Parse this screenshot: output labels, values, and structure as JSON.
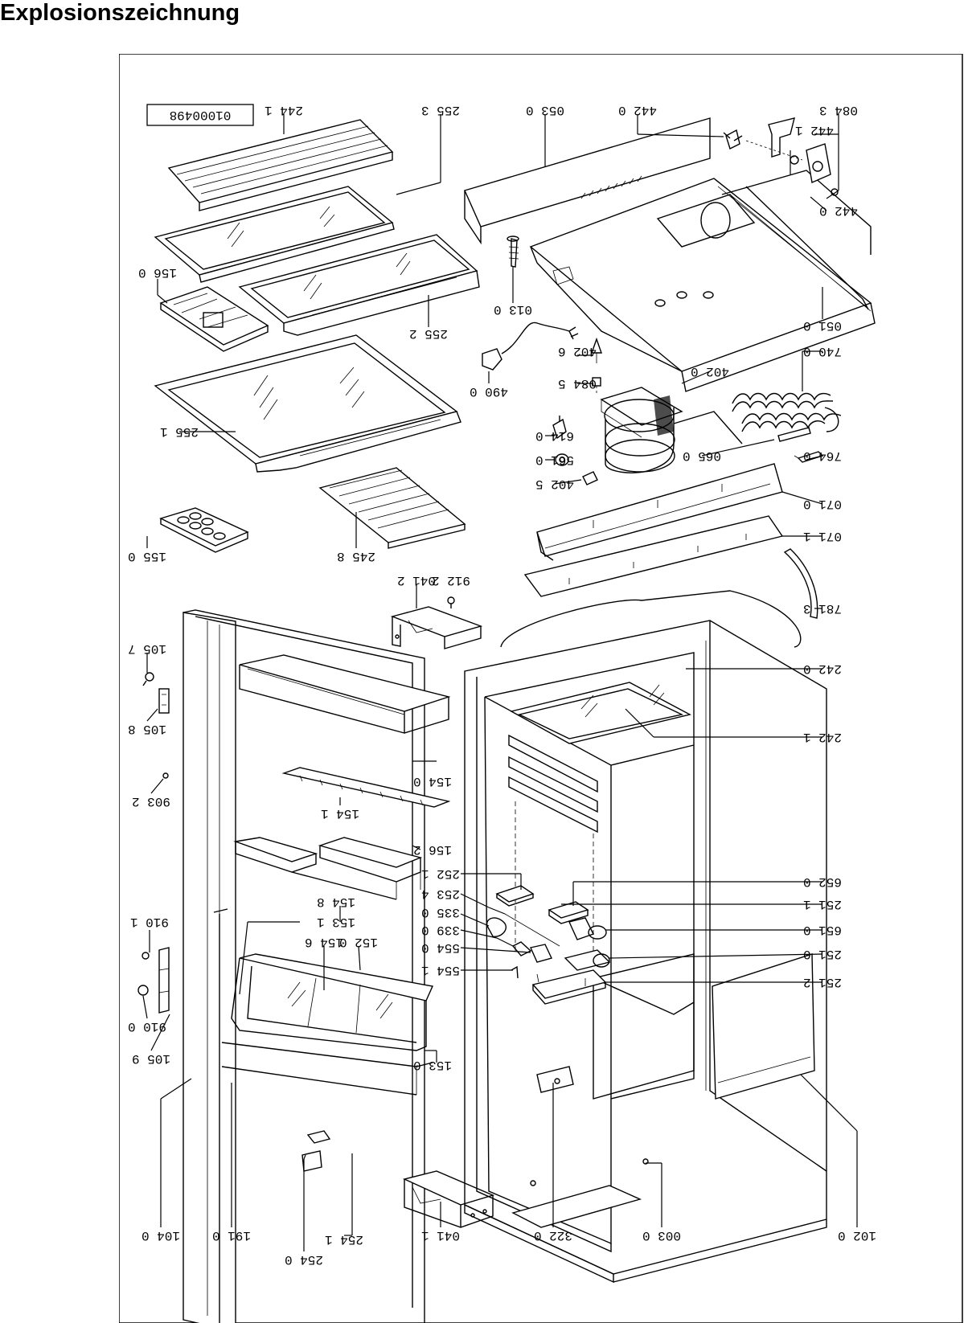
{
  "title": "Explosionszeichnung",
  "drawing_number": "01000498",
  "labels": [
    "244 1",
    "255 3",
    "053 0",
    "442 0",
    "084 3",
    "442 1",
    "442 0",
    "156 0",
    "255 2",
    "013 0",
    "051 0",
    "402 6",
    "490 0",
    "084 5",
    "402 0",
    "740 0",
    "255 1",
    "614 0",
    "561 0",
    "402 5",
    "065 0",
    "764 0",
    "071 0",
    "071 1",
    "155 0",
    "245 8",
    "041 2",
    "912 2",
    "781 3",
    "105 7",
    "242 0",
    "105 8",
    "154 0",
    "242 1",
    "903 2",
    "154 1",
    "156 2",
    "252 1",
    "652 0",
    "154 8",
    "253 4",
    "251 1",
    "910 1",
    "153 1",
    "335 0",
    "651 0",
    "154 6",
    "152 0",
    "339 0",
    "554 0",
    "251 0",
    "554 1",
    "251 2",
    "910 0",
    "105 9",
    "153 0",
    "104 0",
    "191 0",
    "254 0",
    "254 1",
    "041 1",
    "322 0",
    "003 0",
    "102 0"
  ]
}
